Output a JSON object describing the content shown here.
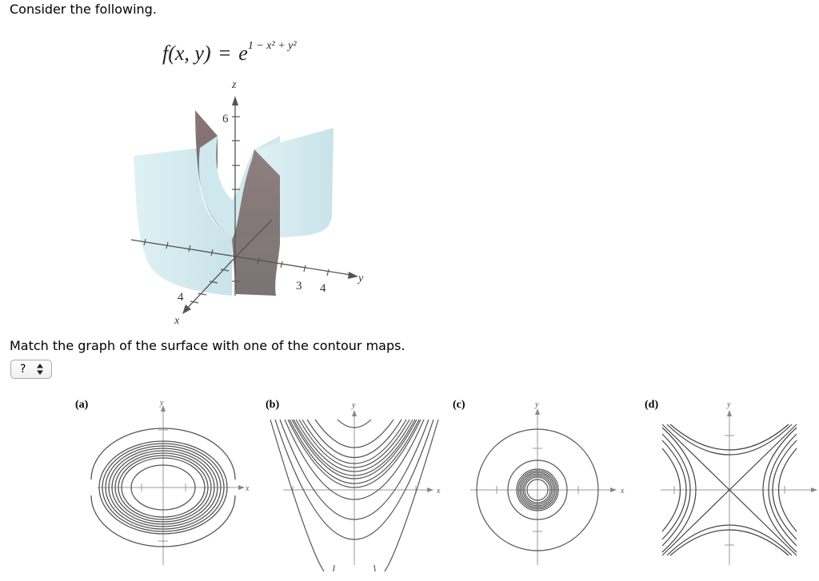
{
  "intro": {
    "text": "Consider the following."
  },
  "formula": {
    "lhs": "f(x, y)",
    "eq": "=",
    "base": "e",
    "exponent": "1 − x² + y²"
  },
  "surface_plot": {
    "axes": {
      "z_label": "z",
      "x_label": "x",
      "y_label": "y"
    },
    "tick_labels": {
      "z": "6",
      "x": "4",
      "y3": "3",
      "y4": "4"
    },
    "colors": {
      "light": "#d6ecf0",
      "dark": "#7d6f6f"
    }
  },
  "question": {
    "text": "Match the graph of the surface with one of the contour maps."
  },
  "answer_select": {
    "value": "?",
    "options_visible": [
      "?"
    ]
  },
  "contour_maps": [
    {
      "label": "(a)",
      "shape": "ellipses",
      "x_axis": "x",
      "y_axis": "y"
    },
    {
      "label": "(b)",
      "shape": "parabolas",
      "x_axis": "x",
      "y_axis": "y"
    },
    {
      "label": "(c)",
      "shape": "circles",
      "x_axis": "x",
      "y_axis": "y"
    },
    {
      "label": "(d)",
      "shape": "hyperbolas",
      "x_axis": "",
      "y_axis": "y"
    }
  ]
}
